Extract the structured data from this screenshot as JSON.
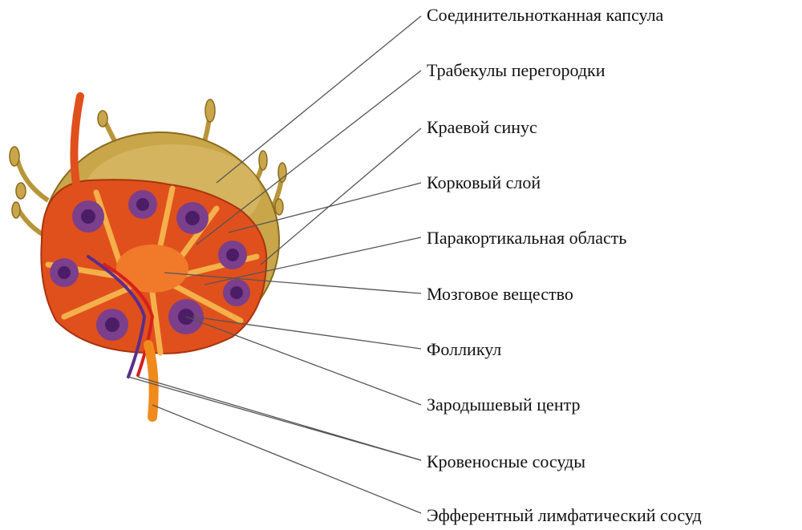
{
  "labels": [
    {
      "key": "capsule",
      "text": "Соединительнотканная капсула"
    },
    {
      "key": "trabeculae",
      "text": "Трабекулы перегородки"
    },
    {
      "key": "marginal_sinus",
      "text": "Краевой синус"
    },
    {
      "key": "cortex",
      "text": "Корковый слой"
    },
    {
      "key": "paracortex",
      "text": "Паракортикальная область"
    },
    {
      "key": "medulla",
      "text": "Мозговое вещество"
    },
    {
      "key": "follicle",
      "text": "Фолликул"
    },
    {
      "key": "germinal_center",
      "text": "Зародышевый центр"
    },
    {
      "key": "blood_vessels",
      "text": "Кровеносные сосуды"
    },
    {
      "key": "efferent_vessel",
      "text": "Эфферентный лимфатический сосуд"
    }
  ],
  "colors": {
    "capsule": "#c9a64a",
    "capsule_dark": "#8a6b1e",
    "tissue": "#e0501c",
    "tissue_light": "#f07a2a",
    "trabecula": "#f4b04a",
    "follicle": "#7b3f8c",
    "follicle_center": "#4b1d66",
    "artery": "#d81e1e",
    "vein": "#5b2d8c",
    "lymph_vessel": "#f08a1c",
    "leader_line": "#555555"
  }
}
